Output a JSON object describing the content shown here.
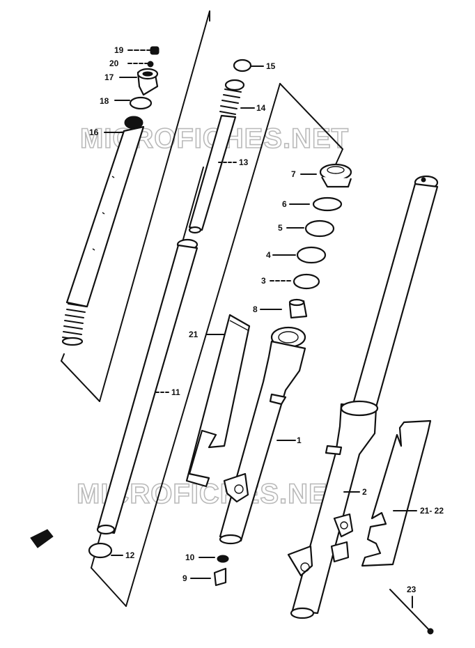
{
  "diagram": {
    "watermark": "MICROFICHES.NET",
    "callouts": [
      {
        "id": "c19",
        "label": "19"
      },
      {
        "id": "c20",
        "label": "20"
      },
      {
        "id": "c17",
        "label": "17"
      },
      {
        "id": "c18",
        "label": "18"
      },
      {
        "id": "c16",
        "label": "16"
      },
      {
        "id": "c15",
        "label": "15"
      },
      {
        "id": "c14",
        "label": "14"
      },
      {
        "id": "c13",
        "label": "13"
      },
      {
        "id": "c7",
        "label": "7"
      },
      {
        "id": "c6",
        "label": "6"
      },
      {
        "id": "c5",
        "label": "5"
      },
      {
        "id": "c4",
        "label": "4"
      },
      {
        "id": "c3",
        "label": "3"
      },
      {
        "id": "c8",
        "label": "8"
      },
      {
        "id": "c21a",
        "label": "21"
      },
      {
        "id": "c11",
        "label": "11"
      },
      {
        "id": "c1",
        "label": "1"
      },
      {
        "id": "c2",
        "label": "2"
      },
      {
        "id": "c21b",
        "label": "21- 22"
      },
      {
        "id": "c12",
        "label": "12"
      },
      {
        "id": "c10",
        "label": "10"
      },
      {
        "id": "c9",
        "label": "9"
      },
      {
        "id": "c23",
        "label": "23"
      }
    ]
  }
}
